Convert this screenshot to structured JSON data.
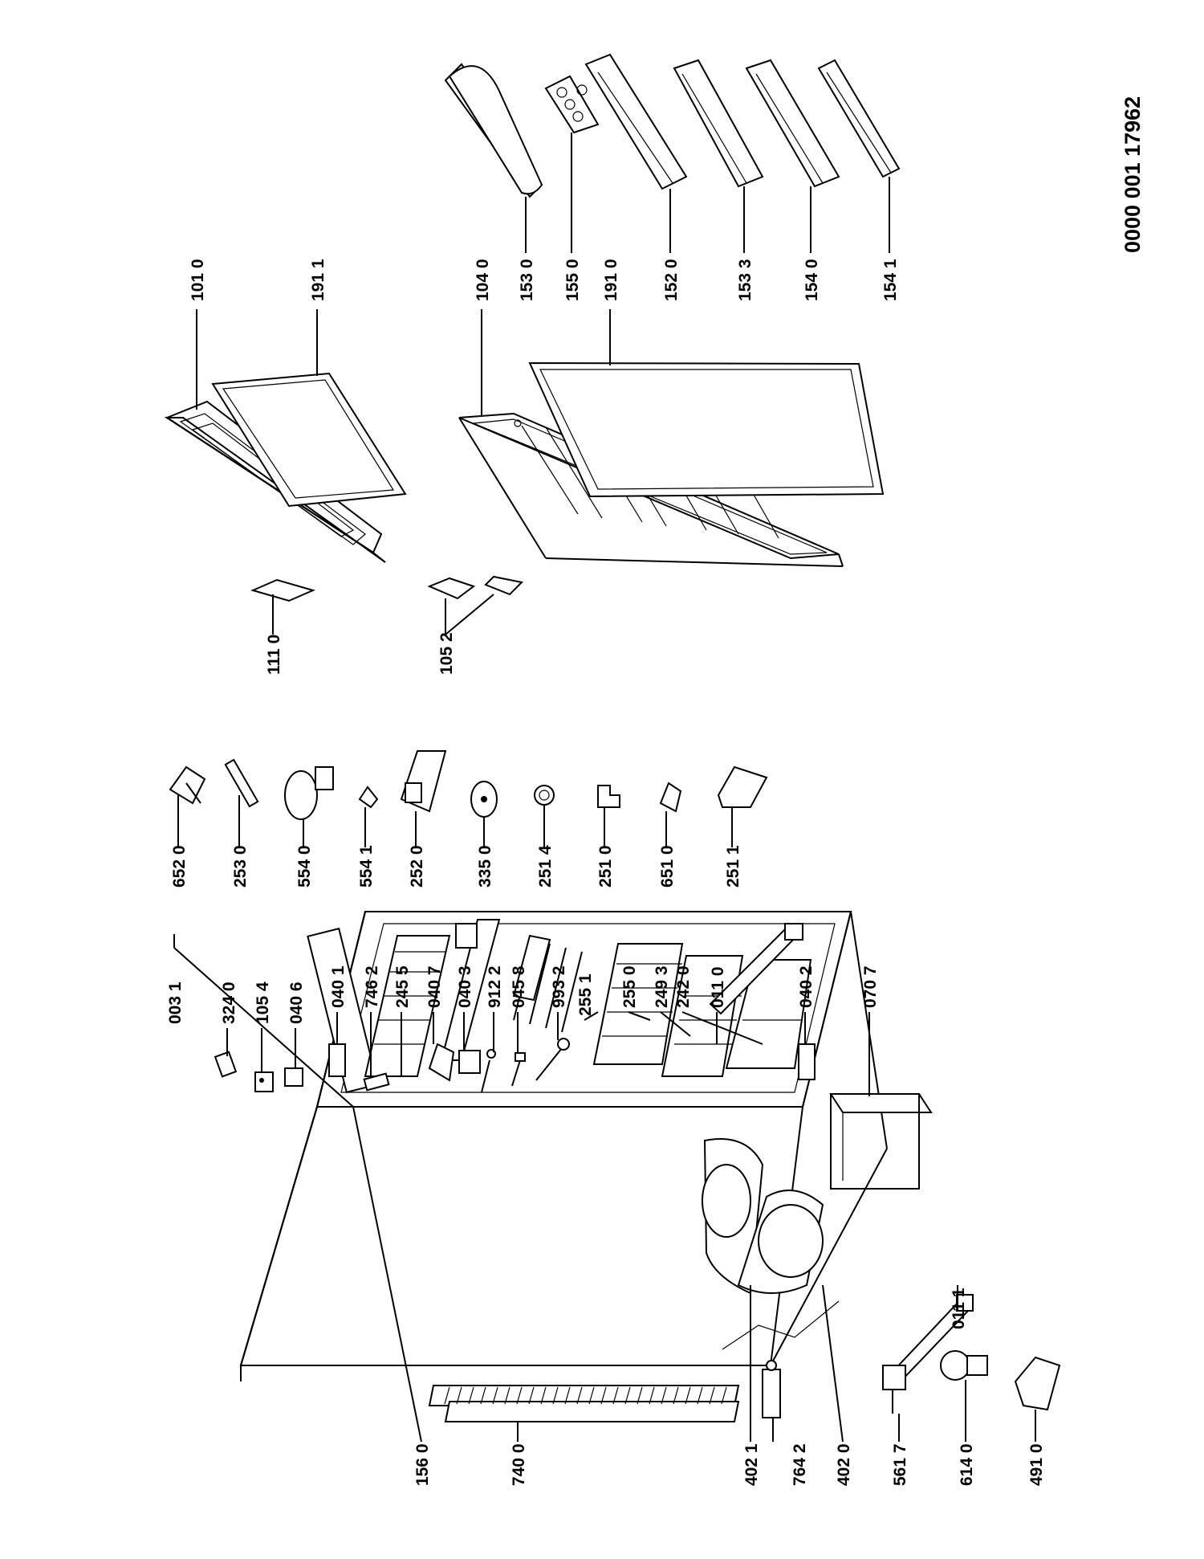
{
  "document_id": "0000 001 17962",
  "labels": {
    "l0031": "003 1",
    "l3240": "324 0",
    "l1054": "105 4",
    "l0406": "040 6",
    "l0401": "040 1",
    "l7462": "746 2",
    "l2455": "245 5",
    "l0407": "040 7",
    "l0403": "040 3",
    "l9122": "912 2",
    "l0458": "045 8",
    "l9932": "993 2",
    "l2551": "255 1",
    "l2550": "255 0",
    "l2493": "249 3",
    "l2420": "242 0",
    "l0110": "011 0",
    "l0402": "040 2",
    "l0707": "070 7",
    "l6520": "652 0",
    "l2530": "253 0",
    "l5540": "554 0",
    "l5541": "554 1",
    "l2520": "252 0",
    "l3350": "335 0",
    "l2514": "251 4",
    "l2510": "251 0",
    "l6510": "651 0",
    "l2511": "251 1",
    "l1110": "111 0",
    "l1052": "105 2",
    "l1010": "101 0",
    "l1911": "191 1",
    "l1040": "104 0",
    "l1530": "153 0",
    "l1550": "155 0",
    "l1910": "191 0",
    "l1520": "152 0",
    "l1533": "153 3",
    "l1540": "154 0",
    "l1541": "154 1",
    "l1560": "156 0",
    "l7400": "740 0",
    "l4021": "402 1",
    "l7642": "764 2",
    "l4020": "402 0",
    "l5617": "561 7",
    "l6140": "614 0",
    "l4910": "491 0",
    "l0111": "011 1"
  }
}
